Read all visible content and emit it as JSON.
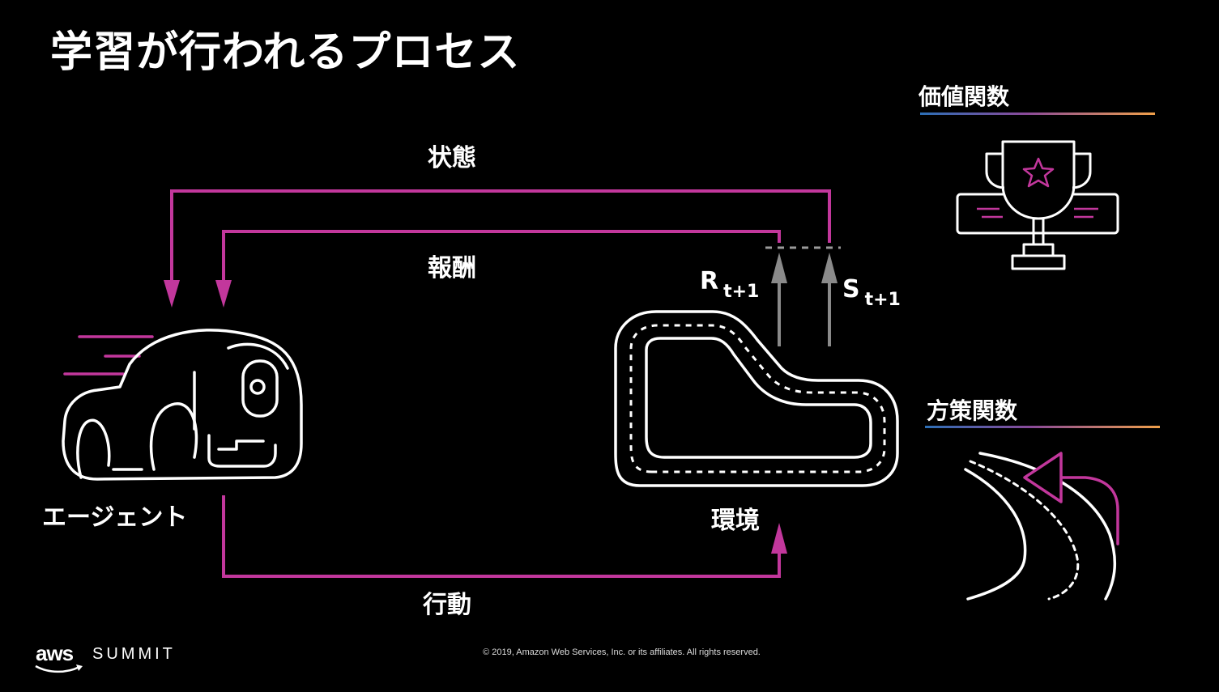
{
  "title": "学習が行われるプロセス",
  "labels": {
    "state": "状態",
    "reward": "報酬",
    "action": "行動",
    "agent": "エージェント",
    "environment": "環境",
    "r_main": "R",
    "r_sub": "t+1",
    "s_main": "S",
    "s_sub": "t+1"
  },
  "side": {
    "value_function": "価値関数",
    "policy_function": "方策関数"
  },
  "footer": {
    "brand": "aws",
    "event": "SUMMIT",
    "copyright": "© 2019, Amazon Web Services, Inc. or its affiliates. All rights reserved."
  },
  "colors": {
    "accent": "#c2379c",
    "arrow_gray": "#8a8a8a",
    "background": "#000000",
    "line": "#ffffff"
  }
}
